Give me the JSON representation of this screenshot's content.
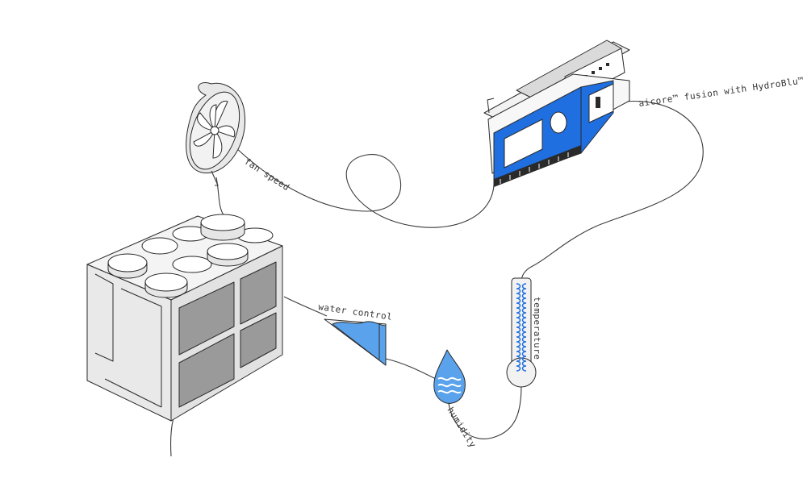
{
  "labels": {
    "fan_speed": "fan speed",
    "controller": "aicore™ fusion with HydroBlu™",
    "water_control": "water control",
    "temperature": "temperature",
    "humidity": "humidity"
  },
  "icons": {
    "fan": "fan-icon",
    "cooling_unit": "cooling-unit-icon",
    "controller": "controller-board-icon",
    "water_tank": "water-tank-icon",
    "droplet": "humidity-droplet-icon",
    "thermometer": "thermometer-icon"
  },
  "colors": {
    "accent_blue": "#1f6fe0",
    "water_blue": "#5aa3ec",
    "panel_gray": "#e6e6e6",
    "grille_gray": "#9a9a9a",
    "outline": "#2a2a2a"
  }
}
